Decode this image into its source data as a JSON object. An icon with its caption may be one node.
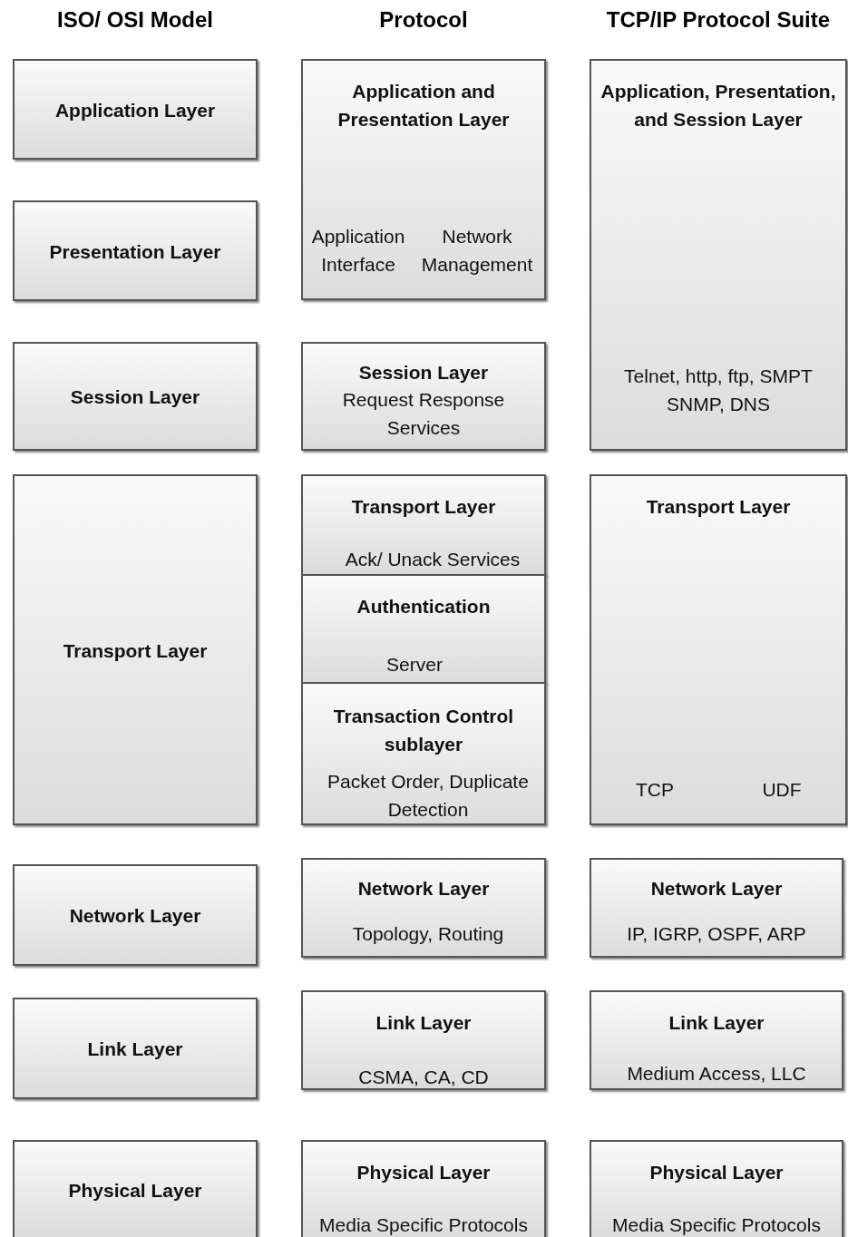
{
  "diagram": {
    "nodes": [
      {
        "text": [
          "Application Layer"
        ]
      },
      {
        "text": [
          "Presentation Layer"
        ]
      },
      {
        "text": [
          "Session Layer"
        ]
      },
      {
        "text": [
          "Transport Layer"
        ]
      },
      {
        "text": [
          "Network Layer"
        ]
      },
      {
        "text": [
          "Link Layer"
        ]
      },
      {
        "text": [
          "Physical Layer"
        ]
      },
      {
        "text": [
          "Application and Presentation Layer",
          "Application Interface",
          "Network Management"
        ]
      },
      {
        "text": [
          "Session Layer",
          "Request Response Services"
        ]
      },
      {
        "text": [
          "Transport Layer",
          "Ack/ Unack Services"
        ]
      },
      {
        "text": [
          "Authentication",
          "Server"
        ]
      },
      {
        "text": [
          "Transaction Control sublayer",
          "Packet Order, Duplicate Detection"
        ]
      },
      {
        "text": [
          "Network Layer",
          "Topology, Routing"
        ]
      },
      {
        "text": [
          "Link Layer",
          "CSMA, CA, CD"
        ]
      },
      {
        "text": [
          "Physical Layer",
          "Media Specific Protocols"
        ]
      },
      {
        "text": [
          "Application, Presentation, and Session Layer",
          "Telnet, http, ftp, SMPT SNMP, DNS"
        ]
      },
      {
        "text": [
          "Transport Layer",
          "TCP",
          "UDF"
        ]
      },
      {
        "text": [
          "Network Layer",
          "IP, IGRP, OSPF, ARP"
        ]
      },
      {
        "text": [
          "Link Layer",
          "Medium Access, LLC"
        ]
      },
      {
        "text": [
          "Physical Layer",
          "Media Specific Protocols"
        ]
      }
    ],
    "edges": [],
    "labels": [
      "ISO/ OSI Model",
      "Protocol",
      "TCP/IP Protocol Suite"
    ]
  }
}
